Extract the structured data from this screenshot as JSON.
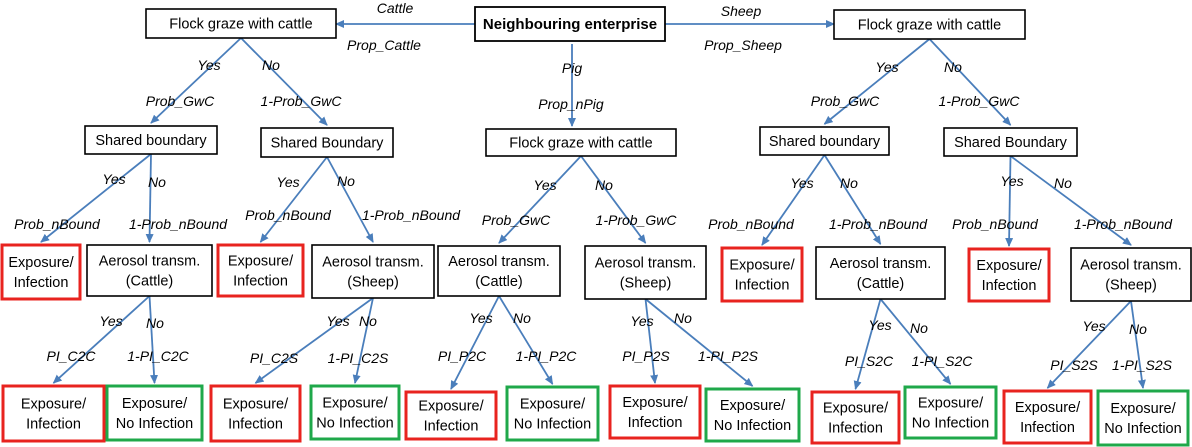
{
  "colors": {
    "arrow": "#4a7ebb",
    "neutral_border": "#000000",
    "infection_border": "#e8231f",
    "no_infection_border": "#1fa84a",
    "text": "#000000",
    "background": "#ffffff"
  },
  "nodes": {
    "root": [
      "Neighbouring enterprise"
    ],
    "L_flock": [
      "Flock graze with cattle"
    ],
    "R_flock": [
      "Flock graze with cattle"
    ],
    "M_flock": [
      "Flock graze with cattle"
    ],
    "LA_shared": [
      "Shared boundary"
    ],
    "LB_shared": [
      "Shared Boundary"
    ],
    "RA_shared": [
      "Shared boundary"
    ],
    "RB_shared": [
      "Shared Boundary"
    ],
    "LA_exp": [
      "Exposure/",
      "Infection"
    ],
    "LA_aer": [
      "Aerosol transm.",
      "(Cattle)"
    ],
    "LB_exp": [
      "Exposure/",
      "Infection"
    ],
    "LB_aer": [
      "Aerosol transm.",
      "(Sheep)"
    ],
    "MA_aer": [
      "Aerosol transm.",
      "(Cattle)"
    ],
    "MB_aer": [
      "Aerosol transm.",
      "(Sheep)"
    ],
    "RA_exp": [
      "Exposure/",
      "Infection"
    ],
    "RA_aer": [
      "Aerosol transm.",
      "(Cattle)"
    ],
    "RB_exp": [
      "Exposure/",
      "Infection"
    ],
    "RB_aer": [
      "Aerosol transm.",
      "(Sheep)"
    ],
    "O1": [
      "Exposure/",
      "Infection"
    ],
    "O2": [
      "Exposure/",
      "No Infection"
    ],
    "O3": [
      "Exposure/",
      "Infection"
    ],
    "O4": [
      "Exposure/",
      "No Infection"
    ],
    "O5": [
      "Exposure/",
      "Infection"
    ],
    "O6": [
      "Exposure/",
      "No Infection"
    ],
    "O7": [
      "Exposure/",
      "Infection"
    ],
    "O8": [
      "Exposure/",
      "No Infection"
    ],
    "O9": [
      "Exposure/",
      "Infection"
    ],
    "O10": [
      "Exposure/",
      "No Infection"
    ],
    "O11": [
      "Exposure/",
      "Infection"
    ],
    "O12": [
      "Exposure/",
      "No Infection"
    ]
  },
  "labels": {
    "cattle": "Cattle",
    "prop_cattle": "Prop_Cattle",
    "sheep": "Sheep",
    "prop_sheep": "Prop_Sheep",
    "pig": "Pig",
    "prop_npig": "Prop_nPig",
    "l_yes": "Yes",
    "l_no": "No",
    "l_prob_gwc": "Prob_GwC",
    "l_1prob_gwc": "1-Prob_GwC",
    "la_yes": "Yes",
    "la_no": "No",
    "la_prob_nbound": "Prob_nBound",
    "la_1prob_nbound": "1-Prob_nBound",
    "lb_yes": "Yes",
    "lb_no": "No",
    "lb_prob_nbound": "Prob_nBound",
    "lb_1prob_nbound": "1-Prob_nBound",
    "m_yes": "Yes",
    "m_no": "No",
    "m_prob_gwc": "Prob_GwC",
    "m_1prob_gwc": "1-Prob_GwC",
    "r_yes": "Yes",
    "r_no": "No",
    "r_prob_gwc": "Prob_GwC",
    "r_1prob_gwc": "1-Prob_GwC",
    "ra_yes": "Yes",
    "ra_no": "No",
    "ra_prob_nbound": "Prob_nBound",
    "ra_1prob_nbound": "1-Prob_nBound",
    "rb_yes": "Yes",
    "rb_no": "No",
    "rb_prob_nbound": "Prob_nBound",
    "rb_1prob_nbound": "1-Prob_nBound",
    "a1_yes": "Yes",
    "a1_no": "No",
    "a1_pi": "PI_C2C",
    "a1_1pi": "1-PI_C2C",
    "a2_yes": "Yes",
    "a2_no": "No",
    "a2_pi": "PI_C2S",
    "a2_1pi": "1-PI_C2S",
    "a3_yes": "Yes",
    "a3_no": "No",
    "a3_pi": "PI_P2C",
    "a3_1pi": "1-PI_P2C",
    "a4_yes": "Yes",
    "a4_no": "No",
    "a4_pi": "PI_P2S",
    "a4_1pi": "1-PI_P2S",
    "a5_yes": "Yes",
    "a5_no": "No",
    "a5_pi": "PI_S2C",
    "a5_1pi": "1-PI_S2C",
    "a6_yes": "Yes",
    "a6_no": "No",
    "a6_pi": "PI_S2S",
    "a6_1pi": "1-PI_S2S"
  }
}
